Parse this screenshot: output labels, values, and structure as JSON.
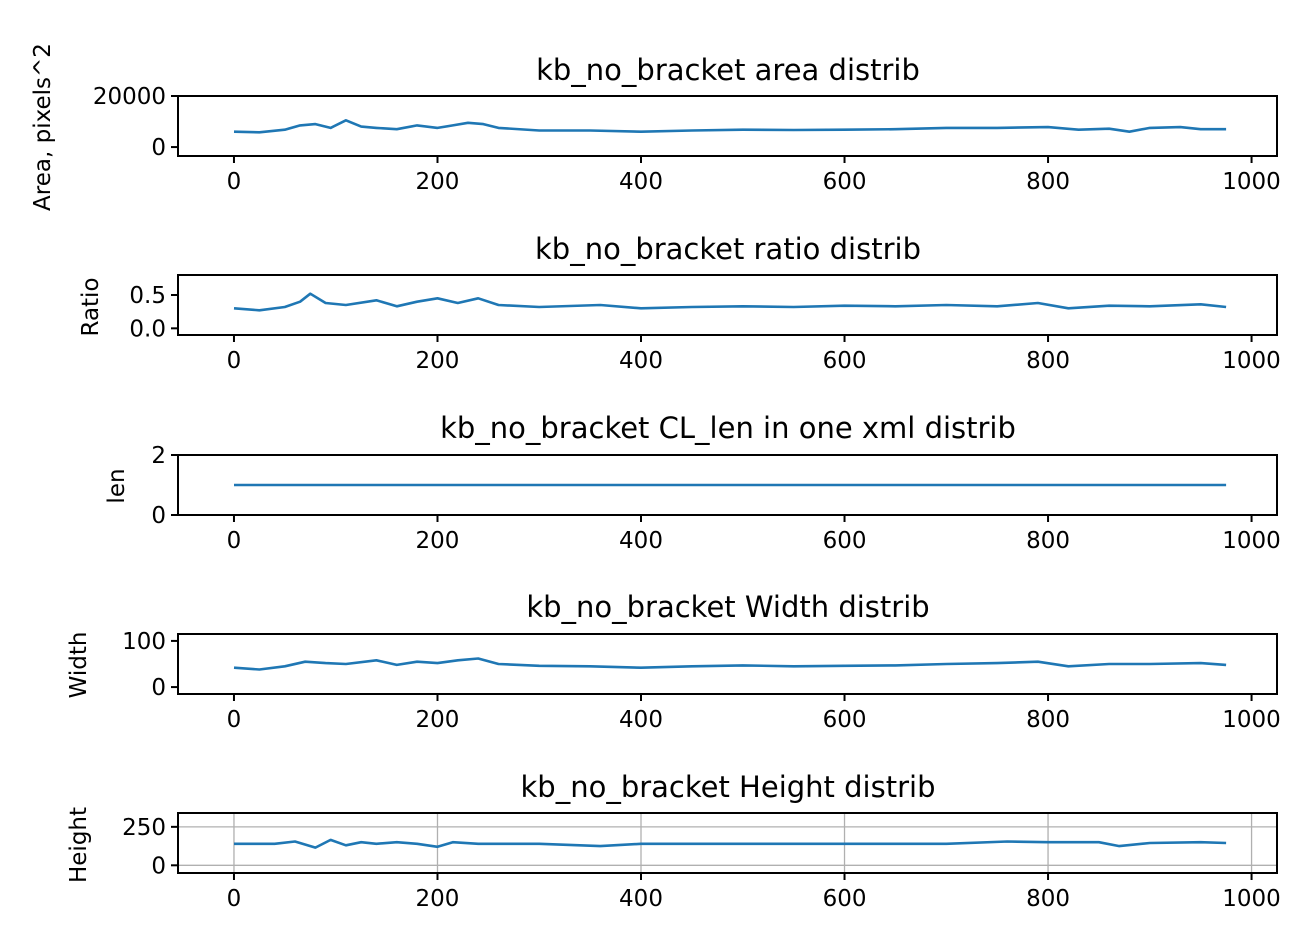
{
  "chart_data": [
    {
      "type": "line",
      "title": "kb_no_bracket area distrib",
      "ylabel": "Area, pixels^2",
      "xlabel": "",
      "xlim": [
        -55,
        1025
      ],
      "ylim": [
        -3500,
        20000
      ],
      "xticks": [
        0,
        200,
        400,
        600,
        800,
        1000
      ],
      "yticks": [
        0,
        20000
      ],
      "grid": false,
      "series": [
        {
          "x": [
            0,
            25,
            50,
            65,
            80,
            95,
            110,
            125,
            140,
            160,
            180,
            200,
            215,
            230,
            245,
            260,
            300,
            350,
            400,
            450,
            500,
            550,
            600,
            650,
            700,
            750,
            800,
            830,
            860,
            880,
            900,
            930,
            950,
            975
          ],
          "y": [
            6000,
            5800,
            6800,
            8500,
            9000,
            7500,
            10500,
            8000,
            7500,
            7000,
            8500,
            7500,
            8500,
            9500,
            9000,
            7500,
            6500,
            6500,
            6000,
            6500,
            6800,
            6700,
            6800,
            7000,
            7500,
            7500,
            7800,
            6800,
            7200,
            6000,
            7500,
            7800,
            7000,
            7000
          ]
        }
      ]
    },
    {
      "type": "line",
      "title": "kb_no_bracket ratio distrib",
      "ylabel": "Ratio",
      "xlabel": "",
      "xlim": [
        -55,
        1025
      ],
      "ylim": [
        -0.1,
        0.8
      ],
      "xticks": [
        0,
        200,
        400,
        600,
        800,
        1000
      ],
      "yticks": [
        0.0,
        0.5
      ],
      "ytick_labels": [
        "0.0",
        "0.5"
      ],
      "grid": false,
      "series": [
        {
          "x": [
            0,
            25,
            50,
            65,
            75,
            90,
            110,
            140,
            160,
            180,
            200,
            220,
            240,
            260,
            300,
            360,
            400,
            450,
            500,
            550,
            600,
            650,
            700,
            750,
            790,
            820,
            860,
            900,
            950,
            975
          ],
          "y": [
            0.3,
            0.27,
            0.32,
            0.4,
            0.52,
            0.38,
            0.35,
            0.42,
            0.33,
            0.4,
            0.45,
            0.38,
            0.45,
            0.35,
            0.32,
            0.35,
            0.3,
            0.32,
            0.33,
            0.32,
            0.34,
            0.33,
            0.35,
            0.33,
            0.38,
            0.3,
            0.34,
            0.33,
            0.36,
            0.32
          ]
        }
      ]
    },
    {
      "type": "line",
      "title": "kb_no_bracket CL_len in one xml distrib",
      "ylabel": "len",
      "xlabel": "",
      "xlim": [
        -55,
        1025
      ],
      "ylim": [
        0,
        2
      ],
      "xticks": [
        0,
        200,
        400,
        600,
        800,
        1000
      ],
      "yticks": [
        0,
        2
      ],
      "grid": false,
      "series": [
        {
          "x": [
            0,
            975
          ],
          "y": [
            1,
            1
          ]
        }
      ]
    },
    {
      "type": "line",
      "title": "kb_no_bracket Width distrib",
      "ylabel": "Width",
      "xlabel": "",
      "xlim": [
        -55,
        1025
      ],
      "ylim": [
        -15,
        115
      ],
      "xticks": [
        0,
        200,
        400,
        600,
        800,
        1000
      ],
      "yticks": [
        0,
        100
      ],
      "grid": false,
      "series": [
        {
          "x": [
            0,
            25,
            50,
            70,
            90,
            110,
            140,
            160,
            180,
            200,
            220,
            240,
            260,
            300,
            350,
            400,
            450,
            500,
            550,
            600,
            650,
            700,
            750,
            790,
            820,
            860,
            900,
            950,
            975
          ],
          "y": [
            42,
            38,
            45,
            55,
            52,
            50,
            58,
            48,
            55,
            52,
            58,
            62,
            50,
            46,
            45,
            42,
            45,
            47,
            45,
            46,
            47,
            50,
            52,
            55,
            45,
            50,
            50,
            52,
            48
          ]
        }
      ]
    },
    {
      "type": "line",
      "title": "kb_no_bracket Height distrib",
      "ylabel": "Height",
      "xlabel": "",
      "xlim": [
        -55,
        1025
      ],
      "ylim": [
        -50,
        340
      ],
      "xticks": [
        0,
        200,
        400,
        600,
        800,
        1000
      ],
      "yticks": [
        0,
        250
      ],
      "grid": true,
      "series": [
        {
          "x": [
            0,
            40,
            60,
            80,
            95,
            110,
            125,
            140,
            160,
            180,
            200,
            215,
            240,
            260,
            300,
            360,
            400,
            500,
            600,
            700,
            760,
            800,
            850,
            870,
            900,
            950,
            975
          ],
          "y": [
            140,
            140,
            155,
            115,
            165,
            130,
            150,
            140,
            150,
            140,
            120,
            150,
            140,
            140,
            140,
            125,
            140,
            140,
            140,
            140,
            155,
            150,
            150,
            125,
            145,
            150,
            145
          ]
        }
      ]
    }
  ]
}
